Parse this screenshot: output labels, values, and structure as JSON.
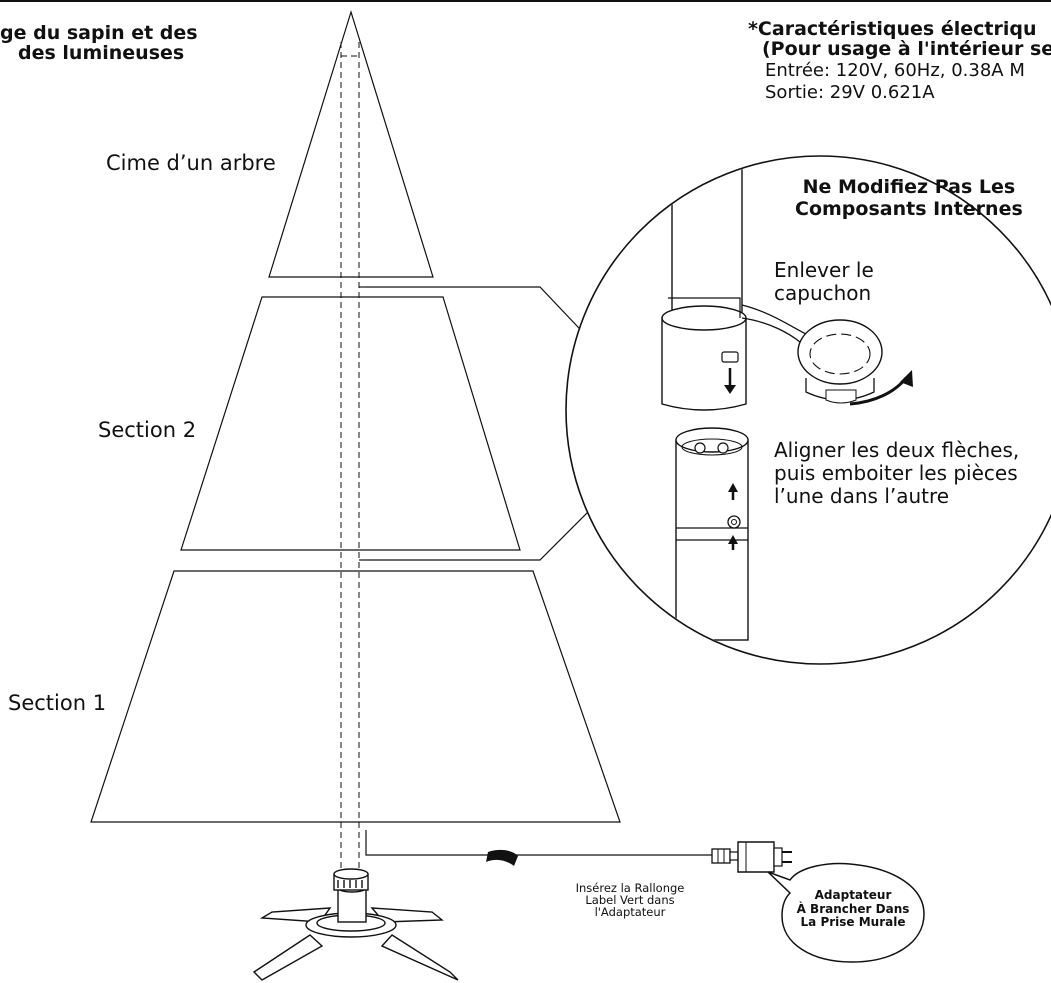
{
  "title": [
    "ge du sapin et des",
    "des lumineuses"
  ],
  "electrical": {
    "heading": [
      "*Caractéristiques électriqu",
      "(Pour usage à l'intérieur se"
    ],
    "input": "Entrée: 120V, 60Hz, 0.38A M",
    "output": "Sortie: 29V 0.621A"
  },
  "warning": [
    "Ne Modifiez Pas Les",
    "Composants Internes"
  ],
  "labels": {
    "tree_top": "Cime d’un arbre",
    "section_2": "Section 2",
    "section_1": "Section 1"
  },
  "detail": {
    "remove_cap": [
      "Enlever le",
      "capuchon"
    ],
    "align": [
      "Aligner les deux flèches,",
      "puis emboiter les pièces",
      "l’une dans l’autre"
    ]
  },
  "cord_note": [
    "Insérez la Rallonge",
    "Label Vert dans",
    "l'Adaptateur"
  ],
  "adapter_bubble": [
    "Adaptateur",
    "À Brancher Dans",
    "La Prise Murale"
  ],
  "colors": {
    "ink": "#111111",
    "paper": "#ffffff",
    "gray_fill": "#d9d9d9",
    "dark_fill": "#2b2b2b"
  }
}
